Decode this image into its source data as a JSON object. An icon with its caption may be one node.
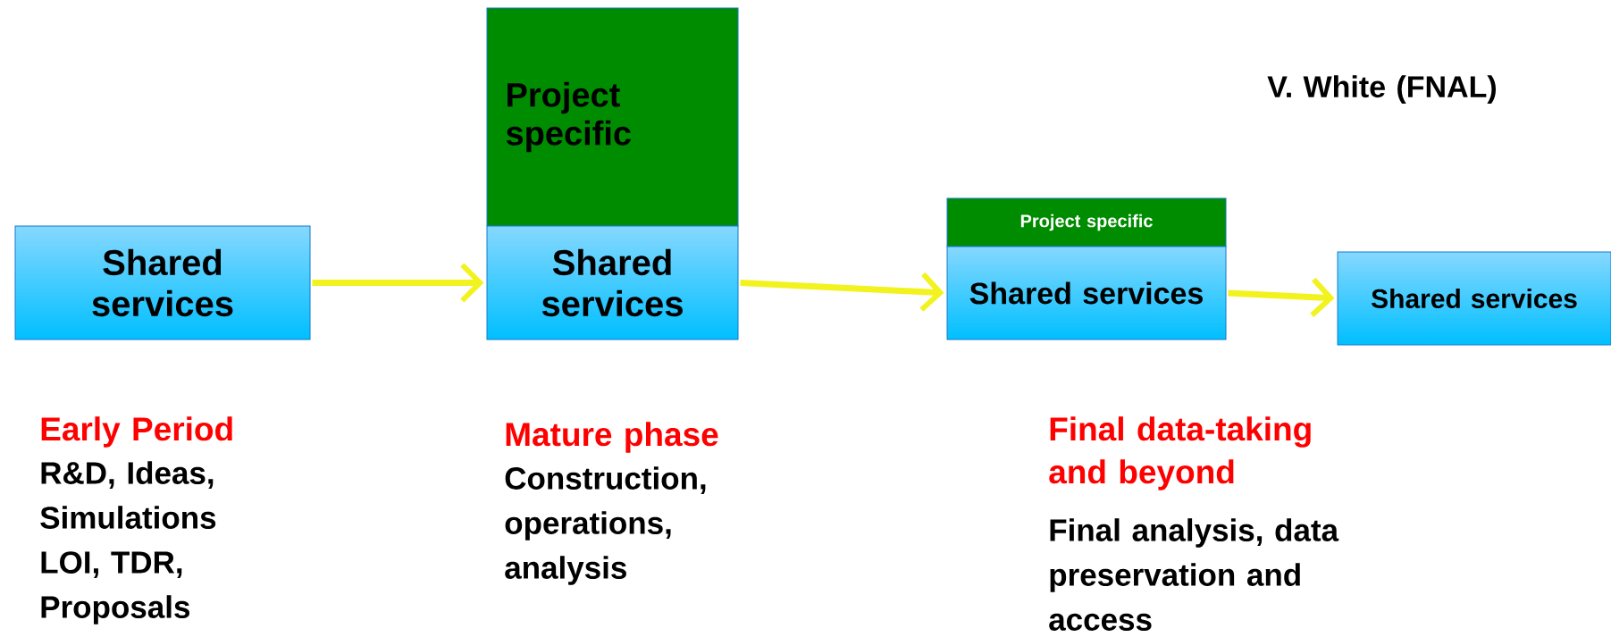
{
  "diagram": {
    "nodes": [
      {
        "text": [
          "Shared services"
        ]
      },
      {
        "text": [
          "Project specific"
        ]
      },
      {
        "text": [
          "Shared services"
        ]
      },
      {
        "text": [
          "Project specific"
        ]
      },
      {
        "text": [
          "Shared services"
        ]
      },
      {
        "text": [
          "Shared services"
        ]
      }
    ],
    "edges": [
      {
        "from": 0,
        "to": 2,
        "arrow": "to"
      },
      {
        "from": 2,
        "to": 4,
        "arrow": "to"
      },
      {
        "from": 4,
        "to": 5,
        "arrow": "to"
      }
    ],
    "labels": [
      "V. White (FNAL)",
      "Early Period",
      "R&D, Ideas, Simulations LOI, TDR, Proposals",
      "Mature phase",
      "Construction, operations, analysis",
      "Final data-taking and beyond",
      "Final analysis, data preservation and access"
    ]
  }
}
